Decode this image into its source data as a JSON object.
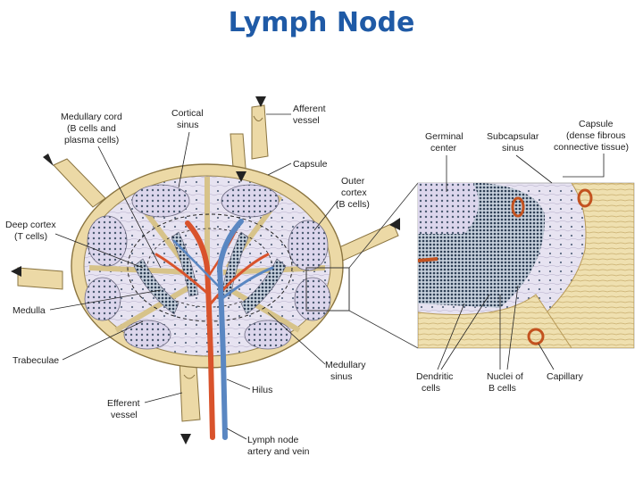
{
  "title": "Lymph Node",
  "labels": {
    "medullary_cord": [
      "Medullary cord",
      "(B cells and",
      "plasma cells)"
    ],
    "cortical_sinus": [
      "Cortical",
      "sinus"
    ],
    "afferent_vessel": [
      "Afferent",
      "vessel"
    ],
    "capsule": "Capsule",
    "outer_cortex": [
      "Outer",
      "cortex",
      "(B cells)"
    ],
    "deep_cortex": [
      "Deep cortex",
      "(T cells)"
    ],
    "medulla": "Medulla",
    "trabeculae": "Trabeculae",
    "efferent_vessel": [
      "Efferent",
      "vessel"
    ],
    "hilus": "Hilus",
    "medullary_sinus": [
      "Medullary",
      "sinus"
    ],
    "artery_vein": [
      "Lymph node",
      "artery and vein"
    ],
    "germinal_center": [
      "Germinal",
      "center"
    ],
    "subcapsular_sinus": [
      "Subcapsular",
      "sinus"
    ],
    "capsule_detail": [
      "Capsule",
      "(dense fibrous",
      "connective tissue)"
    ],
    "dendritic_cells": [
      "Dendritic",
      "cells"
    ],
    "nuclei_b_cells": [
      "Nuclei of",
      "B cells"
    ],
    "capillary": "Capillary"
  },
  "colors": {
    "title": "#1f5aa6",
    "capsule": "#ecd9a6",
    "tissue": "#dcd6ec",
    "artery": "#d9532c",
    "vein": "#5a87c2"
  }
}
